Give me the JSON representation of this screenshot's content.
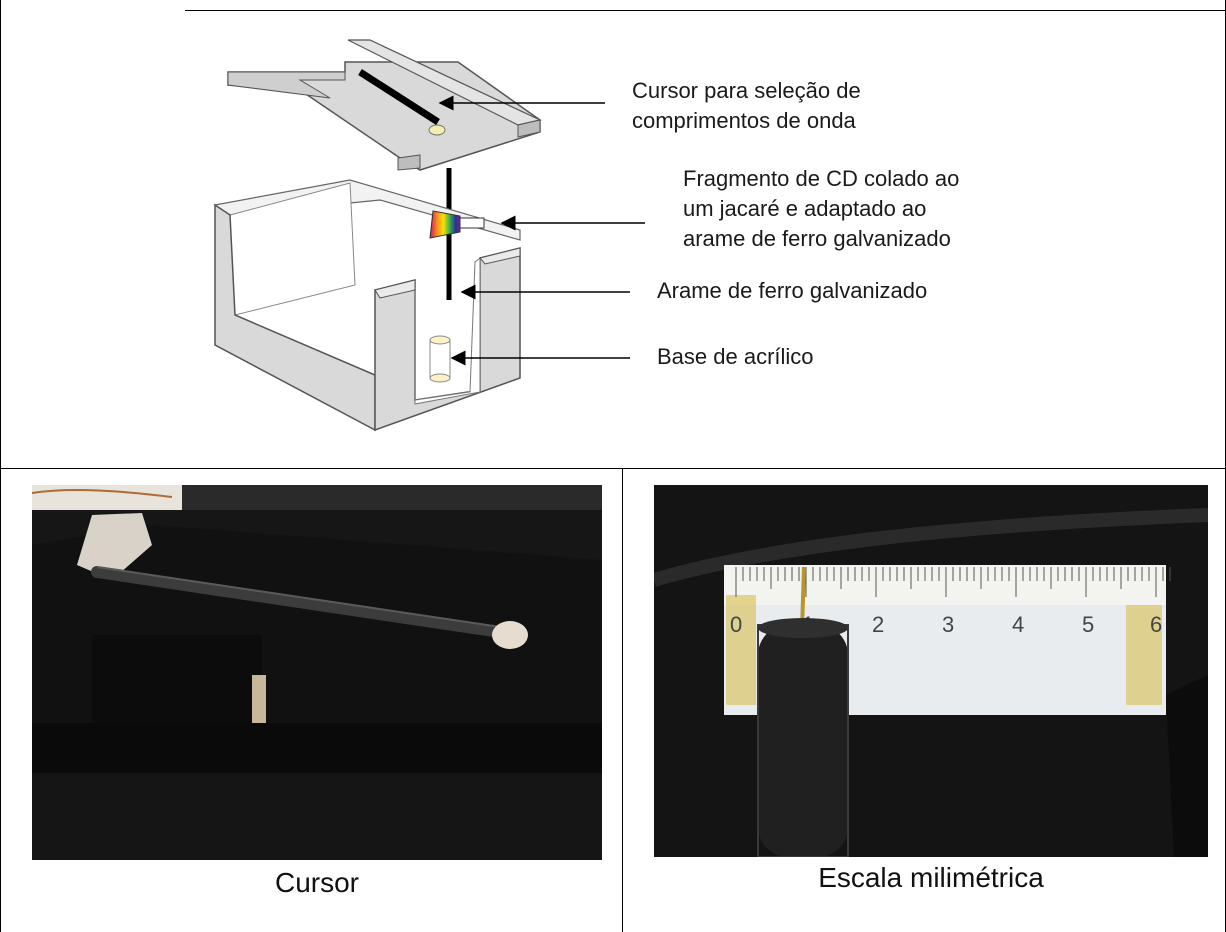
{
  "diagram": {
    "callouts": [
      {
        "line1": "Cursor para seleção de",
        "line2": "comprimentos de onda"
      },
      {
        "line1": "Fragmento de CD colado ao",
        "line2": "um jacaré e adaptado ao",
        "line3": "arame de ferro galvanizado"
      },
      {
        "line1": "Arame de ferro galvanizado"
      },
      {
        "line1": "Base de acrílico"
      }
    ]
  },
  "photos": {
    "left_caption": "Cursor",
    "right_caption": "Escala milimétrica",
    "ruler_ticks": [
      "0",
      "1",
      "2",
      "3",
      "4",
      "5",
      "6"
    ]
  },
  "colors": {
    "border": "#000000",
    "box_gray": "#d9d9d9",
    "photo_dark": "#141414"
  }
}
